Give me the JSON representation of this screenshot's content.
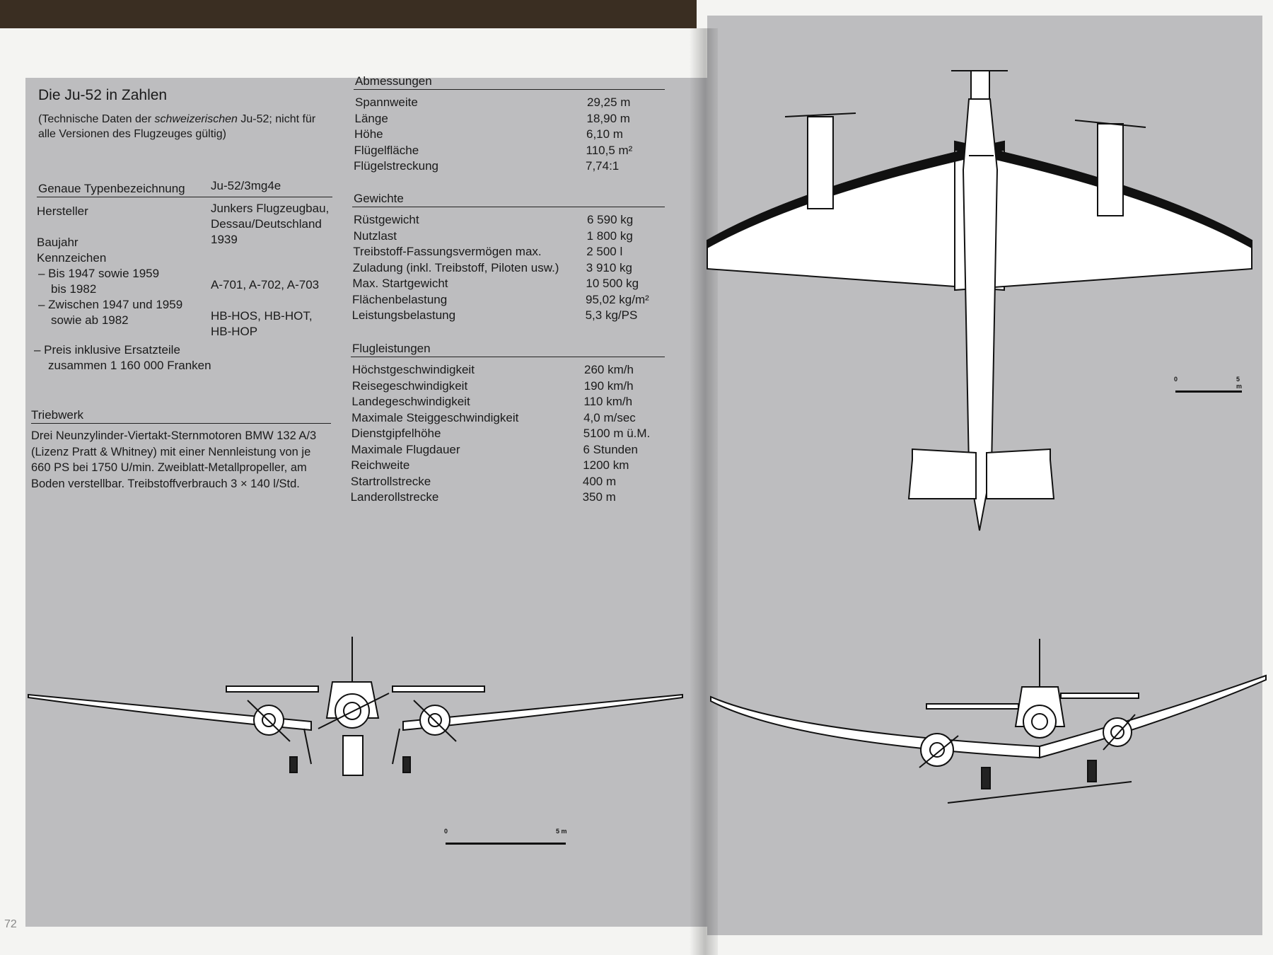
{
  "left": {
    "title": "Die Ju-52 in Zahlen",
    "note_pre": "(Technische Daten der ",
    "note_em": "schweizerischen",
    "note_post": " Ju-52; nicht für alle Versionen des Flugzeuges gültig)",
    "typ": {
      "label": "Genaue Typenbezeichnung",
      "value": "Ju-52/3mg4e"
    },
    "hersteller": {
      "label": "Hersteller",
      "value1": "Junkers Flugzeugbau,",
      "value2": "Dessau/Deutschland"
    },
    "baujahr": {
      "label": "Baujahr",
      "value": "1939"
    },
    "kennzeichen": {
      "label": "Kennzeichen",
      "a1": "–  Bis 1947 sowie 1959",
      "a2": "bis 1982",
      "a_value": "A-701, A-702, A-703",
      "b1": "–  Zwischen 1947 und 1959",
      "b2": "sowie ab 1982",
      "b_value1": "HB-HOS, HB-HOT,",
      "b_value2": "HB-HOP"
    },
    "preis1": "–  Preis inklusive Ersatzteile",
    "preis2": "zusammen 1 160 000 Franken",
    "triebwerk": {
      "label": "Triebwerk",
      "text": "Drei Neunzylinder-Viertakt-Sternmotoren BMW 132 A/3 (Lizenz Pratt & Whitney) mit einer Nennleistung von je 660 PS bei 1750 U/min. Zweiblatt-Metallpropeller, am Boden verstellbar. Treibstoffverbrauch 3 × 140 l/Std."
    },
    "page_number": "72",
    "scale": {
      "zero": "0",
      "five": "5 m"
    }
  },
  "abmessungen": {
    "label": "Abmessungen",
    "rows": [
      {
        "k": "Spannweite",
        "v": "29,25 m"
      },
      {
        "k": "Länge",
        "v": "18,90 m"
      },
      {
        "k": "Höhe",
        "v": "6,10 m"
      },
      {
        "k": "Flügelfläche",
        "v": "110,5 m²"
      },
      {
        "k": "Flügelstreckung",
        "v": "7,74:1"
      }
    ]
  },
  "gewichte": {
    "label": "Gewichte",
    "rows": [
      {
        "k": "Rüstgewicht",
        "v": "6 590 kg"
      },
      {
        "k": "Nutzlast",
        "v": "1 800 kg"
      },
      {
        "k": "Treibstoff-Fassungsvermögen max.",
        "v": "2 500 l"
      },
      {
        "k": "Zuladung (inkl. Treibstoff, Piloten usw.)",
        "v": "3 910 kg"
      },
      {
        "k": "Max. Startgewicht",
        "v": "10 500 kg"
      },
      {
        "k": "Flächenbelastung",
        "v": "95,02 kg/m²"
      },
      {
        "k": "Leistungsbelastung",
        "v": "5,3 kg/PS"
      }
    ]
  },
  "flugleistungen": {
    "label": "Flugleistungen",
    "rows": [
      {
        "k": "Höchstgeschwindigkeit",
        "v": "260 km/h"
      },
      {
        "k": "Reisegeschwindigkeit",
        "v": "190 km/h"
      },
      {
        "k": "Landegeschwindigkeit",
        "v": "110 km/h"
      },
      {
        "k": "Maximale Steiggeschwindigkeit",
        "v": "4,0 m/sec"
      },
      {
        "k": "Dienstgipfelhöhe",
        "v": "5100 m ü.M."
      },
      {
        "k": "Maximale Flugdauer",
        "v": "6 Stunden"
      },
      {
        "k": "Reichweite",
        "v": "1200 km"
      },
      {
        "k": "Startrollstrecke",
        "v": "400 m"
      },
      {
        "k": "Landerollstrecke",
        "v": "350 m"
      }
    ]
  },
  "right": {
    "scale": {
      "zero": "0",
      "five": "5 m"
    }
  }
}
